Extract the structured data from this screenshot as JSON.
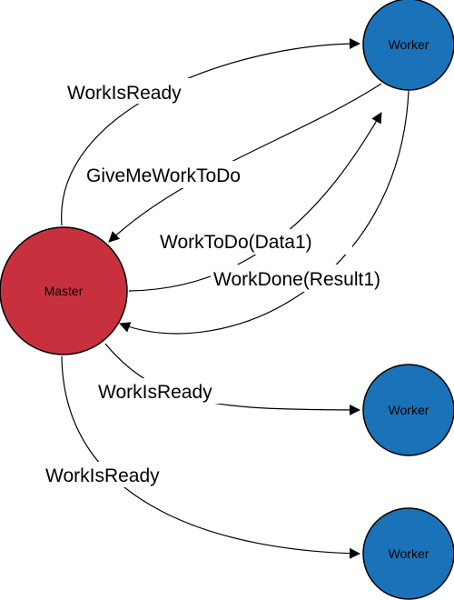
{
  "colors": {
    "master_fill": "#c9303e",
    "worker_fill": "#1a72b8",
    "stroke": "#000000"
  },
  "nodes": {
    "master": {
      "label": "Master"
    },
    "worker_top": {
      "label": "Worker"
    },
    "worker_middle": {
      "label": "Worker"
    },
    "worker_bottom": {
      "label": "Worker"
    }
  },
  "edges": {
    "work_is_ready_top": {
      "label": "WorkIsReady"
    },
    "give_me_work_to_do": {
      "label": "GiveMeWorkToDo"
    },
    "work_to_do": {
      "label": "WorkToDo(Data1)"
    },
    "work_done": {
      "label": "WorkDone(Result1)"
    },
    "work_is_ready_middle": {
      "label": "WorkIsReady"
    },
    "work_is_ready_bottom": {
      "label": "WorkIsReady"
    }
  }
}
